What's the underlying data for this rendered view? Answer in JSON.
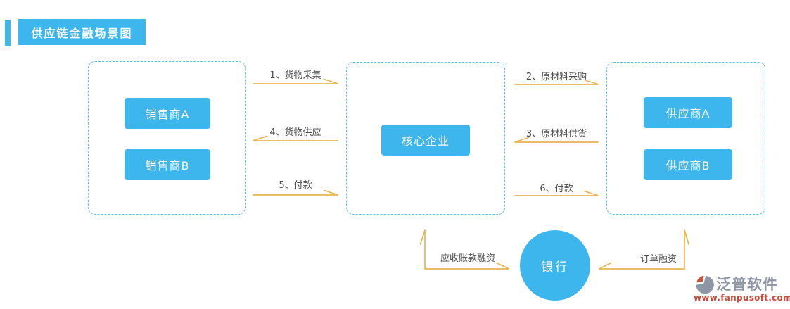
{
  "page_title": "供应链金融场景图",
  "nodes": {
    "seller_a": "销售商A",
    "seller_b": "销售商B",
    "core": "核心企业",
    "supplier_a": "供应商A",
    "supplier_b": "供应商B",
    "bank": "银行"
  },
  "flows": [
    {
      "label": "1、货物采集",
      "direction": "right"
    },
    {
      "label": "4、货物供应",
      "direction": "left"
    },
    {
      "label": "5、付款",
      "direction": "right"
    },
    {
      "label": "2、原材料采购",
      "direction": "right"
    },
    {
      "label": "3、原材料供货",
      "direction": "left"
    },
    {
      "label": "6、付款",
      "direction": "right"
    }
  ],
  "bank_flows": [
    {
      "label": "应收账款融资"
    },
    {
      "label": "订单融资"
    }
  ],
  "brand": {
    "name": "泛普软件",
    "url": "www.fanpusoft.com"
  },
  "colors": {
    "node_blue": "#3cb6ec",
    "box_border_blue": "#4ec3f2",
    "arrow_gold": "#e8b54c",
    "label_gray": "#4a4a4a",
    "brand_gray": "#8e96a6",
    "brand_red": "#c64b3a"
  }
}
